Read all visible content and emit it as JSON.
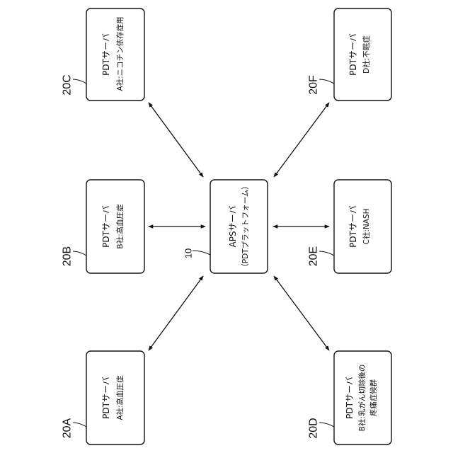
{
  "center": {
    "ref": "10",
    "line1": "APSサーバ",
    "line2": "（PDTプラットフォーム）"
  },
  "servers": [
    {
      "ref": "20A",
      "line1": "PDTサーバ",
      "line2": "A社:高血圧症"
    },
    {
      "ref": "20B",
      "line1": "PDTサーバ",
      "line2": "B社:高血圧症"
    },
    {
      "ref": "20C",
      "line1": "PDTサーバ",
      "line2": "A社:ニコチン依存症用"
    },
    {
      "ref": "20D",
      "line1": "PDTサーバ",
      "line2": "B社:乳がん切除後の",
      "line3": "疼痛症候群"
    },
    {
      "ref": "20E",
      "line1": "PDTサーバ",
      "line2": "C社:NASH"
    },
    {
      "ref": "20F",
      "line1": "PDTサーバ",
      "line2": "D社:不眠症"
    }
  ]
}
